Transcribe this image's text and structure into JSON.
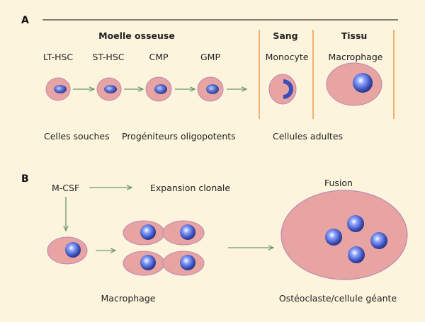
{
  "panel_a": {
    "letter": "A",
    "headers": {
      "bone_marrow": "Moelle osseuse",
      "blood": "Sang",
      "tissue": "Tissu"
    },
    "cell_labels": [
      "LT-HSC",
      "ST-HSC",
      "CMP",
      "GMP",
      "Monocyte",
      "Macrophage"
    ],
    "categories": {
      "stem_cells": "Celles souches",
      "progenitors": "Progéniteurs oligopotents",
      "adult_cells": "Cellules adultes"
    }
  },
  "panel_b": {
    "letter": "B",
    "factor": "M-CSF",
    "clonal_expansion": "Expansion clonale",
    "fusion": "Fusion",
    "macrophage": "Macrophage",
    "osteoclast": "Ostéoclaste/cellule géante"
  },
  "colors": {
    "background": "#fcf4dc",
    "cell_fill": "#e8a3a3",
    "cell_stroke": "#b98ab0",
    "nucleus": "#3a4fb5",
    "nucleus_dark": "#232e80",
    "arrow": "#6b9a6b",
    "divider": "#f0a050"
  }
}
